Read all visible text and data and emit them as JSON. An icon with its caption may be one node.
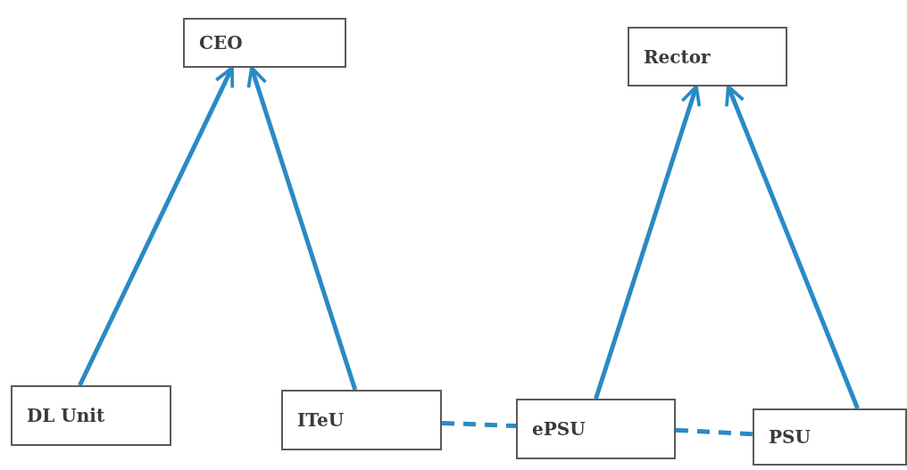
{
  "diagram": {
    "nodes": [
      {
        "text": [
          "CEO"
        ]
      },
      {
        "text": [
          "Rector"
        ]
      },
      {
        "text": [
          "DL Unit"
        ]
      },
      {
        "text": [
          "ITeU"
        ]
      },
      {
        "text": [
          "ePSU"
        ]
      },
      {
        "text": [
          "PSU"
        ]
      }
    ],
    "edges": [
      {
        "from": 2,
        "to": 0,
        "arrow": "to"
      },
      {
        "from": 3,
        "to": 0,
        "arrow": "to"
      },
      {
        "from": 4,
        "to": 1,
        "arrow": "to"
      },
      {
        "from": 5,
        "to": 1,
        "arrow": "to"
      },
      {
        "from": 3,
        "to": 4,
        "arrow": "none",
        "style": "dashed"
      },
      {
        "from": 4,
        "to": 5,
        "arrow": "none",
        "style": "dashed"
      }
    ]
  }
}
